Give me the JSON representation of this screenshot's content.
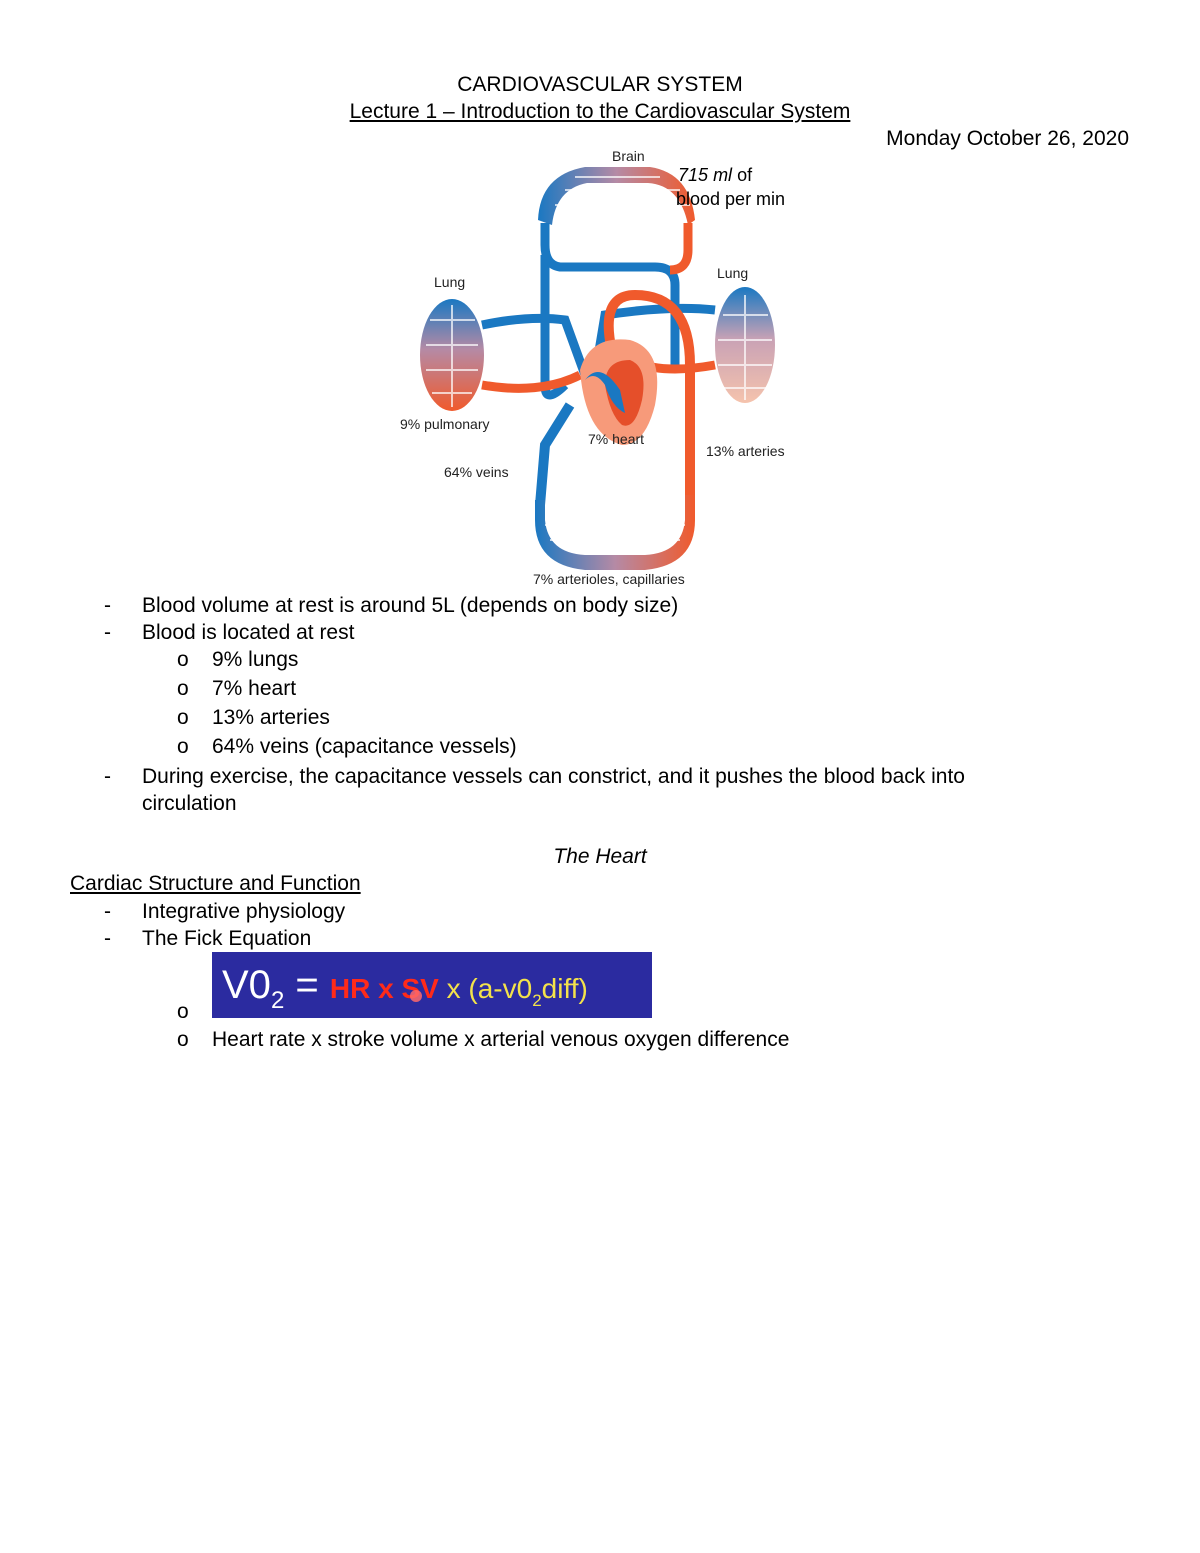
{
  "header": {
    "title": "CARDIOVASCULAR SYSTEM",
    "lecture": "Lecture 1 – Introduction to the Cardiovascular System",
    "date": "Monday October 26, 2020"
  },
  "diagram": {
    "brain_label": "Brain",
    "flow_value": "715",
    "flow_unit": "ml",
    "flow_suffix": " of",
    "flow_line2": "blood per min",
    "lung_left": "Lung",
    "lung_right": "Lung",
    "pulmonary": "9% pulmonary",
    "heart": "7% heart",
    "arteries": "13% arteries",
    "veins": "64% veins",
    "capillaries": "7% arterioles, capillaries"
  },
  "bullets": {
    "item1": "Blood volume at rest is around 5L (depends on body size)",
    "item2": "Blood is located at rest",
    "sub": [
      "9% lungs",
      "7% heart",
      "13% arteries",
      "64% veins (capacitance vessels)"
    ],
    "item3_line1": "During exercise, the capacitance vessels can constrict, and it pushes the blood back into",
    "item3_line2": "circulation",
    "dash": "-",
    "o": "o"
  },
  "heart_section": {
    "title": "The Heart",
    "heading": "Cardiac Structure and Function",
    "items": [
      "Integrative physiology",
      "The Fick Equation"
    ],
    "equation": {
      "vo2": "V0",
      "vo2_sub": "2",
      "equals": " = ",
      "hr": "HR",
      "x1": " x ",
      "sv": "SV",
      "x2": " x (a-v0",
      "sub2": "2",
      "diff": "diff)"
    },
    "explanation": "Heart rate x stroke volume x arterial venous oxygen difference"
  },
  "colors": {
    "equation_bg": "#2b2ba0",
    "equation_red": "#ff2a1a",
    "equation_yellow": "#f3e24b",
    "artery": "#f05a2c",
    "vein": "#1a78c2"
  }
}
